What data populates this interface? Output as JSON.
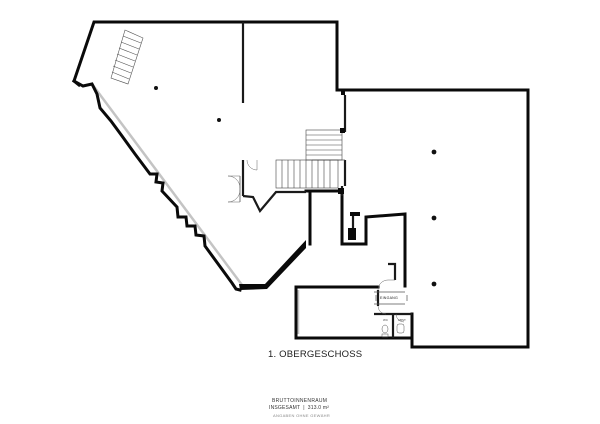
{
  "floorplan": {
    "floor_title": "1. OBERGESCHOSS",
    "entrance_label": "EINGANG",
    "wc_label": "WC",
    "room_label": "ABST.",
    "area": {
      "heading": "BRUTTOINNENRAUM",
      "total_label": "INSGESAMT",
      "separator": "|",
      "total_value": "313.0 m²",
      "note": "ANGABEN OHNE GEWÄHR"
    },
    "colors": {
      "wall": "#0a0a0a",
      "thin_wall": "#555555",
      "window": "#bdbdbd",
      "label": "#222222"
    },
    "icons": [
      "stair-icon",
      "door-icon",
      "column-icon",
      "toilet-icon",
      "sink-icon"
    ]
  }
}
